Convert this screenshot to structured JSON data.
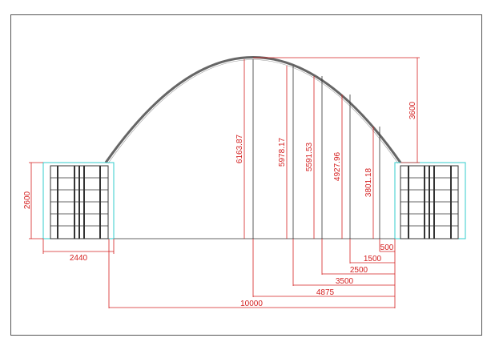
{
  "colors": {
    "frame": "#555555",
    "dimension": "#d42020",
    "arch": "#666666",
    "container_outline": "#33cccc",
    "structure": "#333333"
  },
  "drawing": {
    "width_dimensions": {
      "container_width": "2440",
      "offset_500": "500",
      "offset_1500": "1500",
      "offset_2500": "2500",
      "offset_3500": "3500",
      "offset_4875": "4875",
      "span_total": "10000"
    },
    "height_dimensions": {
      "container_height": "2600",
      "rise": "3600",
      "post_center": "6163.87",
      "post_4875": "5978.17",
      "post_3500": "5591.53",
      "post_2500": "4927.96",
      "post_1500": "3801.18"
    }
  }
}
